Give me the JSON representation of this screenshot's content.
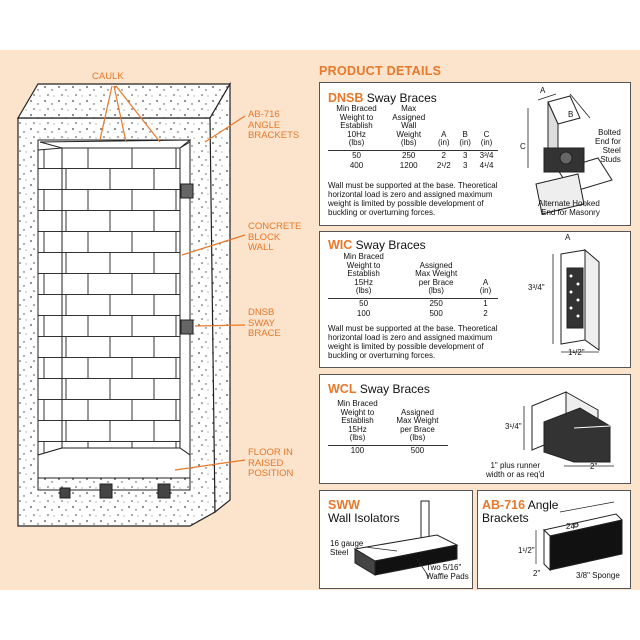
{
  "callouts": {
    "caulk": "CAULK",
    "ab716": "AB-716\nANGLE\nBRACKETS",
    "concrete": "CONCRETE\nBLOCK\nWALL",
    "dnsb": "DNSB\nSWAY\nBRACE",
    "floor": "FLOOR IN\nRAISED\nPOSITION"
  },
  "product_details_title": "PRODUCT DETAILS",
  "dnsb": {
    "code": "DNSB",
    "name": "Sway Braces",
    "headers": [
      "Min Braced\nWeight to\nEstablish\n10Hz\n(lbs)",
      "Max\nAssigned\nWall\nWeight\n(lbs)",
      "A\n(in)",
      "B\n(in)",
      "C\n(in)"
    ],
    "rows": [
      [
        "50",
        "250",
        "2",
        "3",
        "3³/4"
      ],
      [
        "400",
        "1200",
        "2¹/2",
        "3",
        "4¹/4"
      ]
    ],
    "note": "Wall must be supported at the base. Theoretical horizontal load is zero and assigned maximum weight is limited by possible development of buckling or overturning forces.",
    "fig_labels": {
      "a": "A",
      "b": "B",
      "c": "C",
      "bolted": "Bolted\nEnd for\nSteel\nStuds",
      "hooked": "Alternate Hooked\nEnd for Masonry"
    }
  },
  "wic": {
    "code": "WIC",
    "name": "Sway Braces",
    "headers": [
      "Min Braced\nWeight to\nEstablish\n15Hz\n(lbs)",
      "Assigned\nMax Weight\nper Brace\n(lbs)",
      "A\n(in)"
    ],
    "rows": [
      [
        "50",
        "250",
        "1"
      ],
      [
        "100",
        "500",
        "2"
      ]
    ],
    "note": "Wall must be supported at the base. Theoretical horizontal load is zero and assigned maximum weight is limited by possible development of buckling or overturning forces.",
    "fig_labels": {
      "a": "A",
      "height": "3³/4\"",
      "width": "1¹/2\""
    }
  },
  "wcl": {
    "code": "WCL",
    "name": "Sway Braces",
    "headers": [
      "Min Braced\nWeight to\nEstablish\n15Hz\n(lbs)",
      "Assigned\nMax Weight\nper Brace\n(lbs)"
    ],
    "rows": [
      [
        "100",
        "500"
      ]
    ],
    "fig_labels": {
      "height": "3¹/4\"",
      "runner": "1\" plus runner\nwidth or as req'd",
      "width": "2\""
    }
  },
  "sww": {
    "code": "SWW",
    "name": "Wall Isolators",
    "label_steel": "16 gauge\nSteel",
    "label_pads": "Two 5/16\"\nWaffle Pads"
  },
  "ab716": {
    "code": "AB-716",
    "name": "Angle",
    "name2": "Brackets",
    "label_24": "24\"",
    "label_112": "1¹/2\"",
    "label_2": "2\"",
    "label_sponge": "3/8\" Sponge"
  },
  "colors": {
    "accent": "#e8782a",
    "background": "#fbe3cc",
    "panel": "#ffffff"
  }
}
